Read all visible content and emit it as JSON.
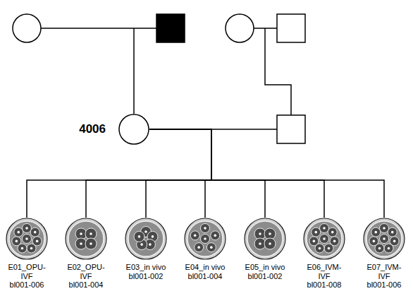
{
  "diagram": {
    "nodes": [
      {
        "text": [
          "4006"
        ]
      },
      {
        "text": [
          "E01_OPU-IVF",
          "bl001-006"
        ]
      },
      {
        "text": [
          "E02_OPU-IVF",
          "bl001-004"
        ]
      },
      {
        "text": [
          "E03_in vivo",
          "bl001-002"
        ]
      },
      {
        "text": [
          "E04_in vivo",
          "bl001-004"
        ]
      },
      {
        "text": [
          "E05_in vivo",
          "bl001-002"
        ]
      },
      {
        "text": [
          "E06_IVM-IVF",
          "bl001-008"
        ]
      },
      {
        "text": [
          "E07_IVM-IVF",
          "bl001-006"
        ]
      }
    ],
    "edges": [
      {
        "from": 0,
        "to": 1,
        "arrow": "none"
      },
      {
        "from": 0,
        "to": 2,
        "arrow": "none"
      },
      {
        "from": 0,
        "to": 3,
        "arrow": "none"
      },
      {
        "from": 0,
        "to": 4,
        "arrow": "none"
      },
      {
        "from": 0,
        "to": 5,
        "arrow": "none"
      },
      {
        "from": 0,
        "to": 6,
        "arrow": "none"
      },
      {
        "from": 0,
        "to": 7,
        "arrow": "none"
      }
    ]
  }
}
